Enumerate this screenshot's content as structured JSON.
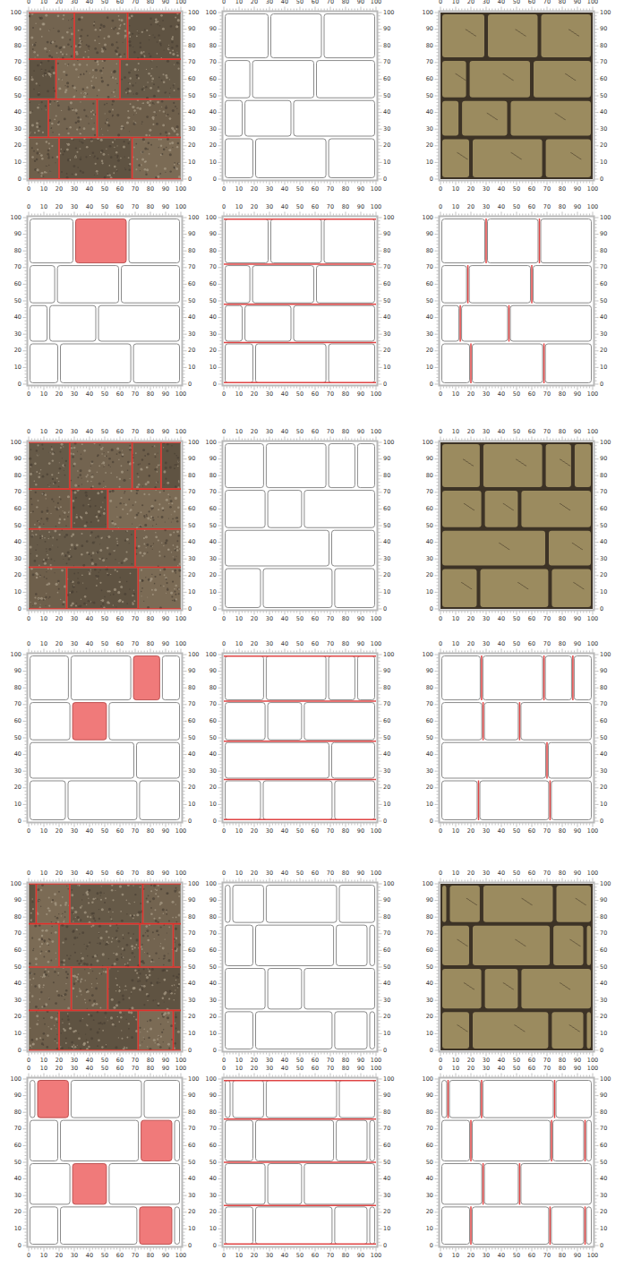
{
  "diagram": {
    "labels": [
      "0",
      "10",
      "20",
      "30",
      "40",
      "50",
      "60",
      "70",
      "80",
      "90",
      "100",
      "0",
      "10",
      "20",
      "30",
      "40",
      "50",
      "60",
      "70",
      "80",
      "90",
      "100",
      "100",
      "90",
      "80",
      "70",
      "60",
      "50",
      "40",
      "30",
      "20",
      "10",
      "0",
      "100",
      "90",
      "80",
      "70",
      "60",
      "50",
      "40",
      "30",
      "20",
      "10",
      "0",
      "0",
      "10",
      "20",
      "30",
      "40",
      "50",
      "60",
      "70",
      "80",
      "90",
      "100",
      "0",
      "10",
      "20",
      "30",
      "40",
      "50",
      "60",
      "70",
      "80",
      "90",
      "100",
      "100",
      "90",
      "80",
      "70",
      "60",
      "50",
      "40",
      "30",
      "20",
      "10",
      "0",
      "100",
      "90",
      "80",
      "70",
      "60",
      "50",
      "40",
      "30",
      "20",
      "10",
      "0",
      "0",
      "10",
      "20",
      "30",
      "40",
      "50",
      "60",
      "70",
      "80",
      "90",
      "100",
      "0",
      "10",
      "20",
      "30",
      "40",
      "50",
      "60",
      "70",
      "80",
      "90",
      "100",
      "100",
      "90",
      "80",
      "70",
      "60",
      "50",
      "40",
      "30",
      "20",
      "10",
      "0",
      "100",
      "90",
      "80",
      "70",
      "60",
      "50",
      "40",
      "30",
      "20",
      "10",
      "0",
      "0",
      "10",
      "20",
      "30",
      "40",
      "50",
      "60",
      "70",
      "80",
      "90",
      "100",
      "0",
      "10",
      "20",
      "30",
      "40",
      "50",
      "60",
      "70",
      "80",
      "90",
      "100",
      "100",
      "90",
      "80",
      "70",
      "60",
      "50",
      "40",
      "30",
      "20",
      "10",
      "0",
      "100",
      "90",
      "80",
      "70",
      "60",
      "50",
      "40",
      "30",
      "20",
      "10",
      "0",
      "0",
      "10",
      "20",
      "30",
      "40",
      "50",
      "60",
      "70",
      "80",
      "90",
      "100",
      "0",
      "10",
      "20",
      "30",
      "40",
      "50",
      "60",
      "70",
      "80",
      "90",
      "100",
      "100",
      "90",
      "80",
      "70",
      "60",
      "50",
      "40",
      "30",
      "20",
      "10",
      "0",
      "100",
      "90",
      "80",
      "70",
      "60",
      "50",
      "40",
      "30",
      "20",
      "10",
      "0",
      "0",
      "10",
      "20",
      "30",
      "40",
      "50",
      "60",
      "70",
      "80",
      "90",
      "100",
      "0",
      "10",
      "20",
      "30",
      "40",
      "50",
      "60",
      "70",
      "80",
      "90",
      "100",
      "100",
      "90",
      "80",
      "70",
      "60",
      "50",
      "40",
      "30",
      "20",
      "10",
      "0",
      "100",
      "90",
      "80",
      "70",
      "60",
      "50",
      "40",
      "30",
      "20",
      "10",
      "0",
      "0",
      "10",
      "20",
      "30",
      "40",
      "50",
      "60",
      "70",
      "80",
      "90",
      "100",
      "0",
      "10",
      "20",
      "30",
      "40",
      "50",
      "60",
      "70",
      "80",
      "90",
      "100",
      "100",
      "90",
      "80",
      "70",
      "60",
      "50",
      "40",
      "30",
      "20",
      "10",
      "0",
      "100",
      "90",
      "80",
      "70",
      "60",
      "50",
      "40",
      "30",
      "20",
      "10",
      "0",
      "0",
      "10",
      "20",
      "30",
      "40",
      "50",
      "60",
      "70",
      "80",
      "90",
      "100",
      "0",
      "10",
      "20",
      "30",
      "40",
      "50",
      "60",
      "70",
      "80",
      "90",
      "100",
      "100",
      "90",
      "80",
      "70",
      "60",
      "50",
      "40",
      "30",
      "20",
      "10",
      "0",
      "100",
      "90",
      "80",
      "70",
      "60",
      "50",
      "40",
      "30",
      "20",
      "10",
      "0",
      "0",
      "10",
      "20",
      "30",
      "40",
      "50",
      "60",
      "70",
      "80",
      "90",
      "100",
      "0",
      "10",
      "20",
      "30",
      "40",
      "50",
      "60",
      "70",
      "80",
      "90",
      "100",
      "100",
      "90",
      "80",
      "70",
      "60",
      "50",
      "40",
      "30",
      "20",
      "10",
      "0",
      "100",
      "90",
      "80",
      "70",
      "60",
      "50",
      "40",
      "30",
      "20",
      "10",
      "0",
      "0",
      "10",
      "20",
      "30",
      "40",
      "50",
      "60",
      "70",
      "80",
      "90",
      "100",
      "0",
      "10",
      "20",
      "30",
      "40",
      "50",
      "60",
      "70",
      "80",
      "90",
      "100",
      "100",
      "90",
      "80",
      "70",
      "60",
      "50",
      "40",
      "30",
      "20",
      "10",
      "0",
      "100",
      "90",
      "80",
      "70",
      "60",
      "50",
      "40",
      "30",
      "20",
      "10",
      "0",
      "0",
      "10",
      "20",
      "30",
      "40",
      "50",
      "60",
      "70",
      "80",
      "90",
      "100",
      "0",
      "10",
      "20",
      "30",
      "40",
      "50",
      "60",
      "70",
      "80",
      "90",
      "100",
      "100",
      "90",
      "80",
      "70",
      "60",
      "50",
      "40",
      "30",
      "20",
      "10",
      "0",
      "100",
      "90",
      "80",
      "70",
      "60",
      "50",
      "40",
      "30",
      "20",
      "10",
      "0",
      "0",
      "10",
      "20",
      "30",
      "40",
      "50",
      "60",
      "70",
      "80",
      "90",
      "100",
      "0",
      "10",
      "20",
      "30",
      "40",
      "50",
      "60",
      "70",
      "80",
      "90",
      "100",
      "100",
      "90",
      "80",
      "70",
      "60",
      "50",
      "40",
      "30",
      "20",
      "10",
      "0",
      "100",
      "90",
      "80",
      "70",
      "60",
      "50",
      "40",
      "30",
      "20",
      "10",
      "0",
      "0",
      "10",
      "20",
      "30",
      "40",
      "50",
      "60",
      "70",
      "80",
      "90",
      "100",
      "0",
      "10",
      "20",
      "30",
      "40",
      "50",
      "60",
      "70",
      "80",
      "90",
      "100",
      "100",
      "90",
      "80",
      "70",
      "60",
      "50",
      "40",
      "30",
      "20",
      "10",
      "0",
      "100",
      "90",
      "80",
      "70",
      "60",
      "50",
      "40",
      "30",
      "20",
      "10",
      "0",
      "0",
      "10",
      "20",
      "30",
      "40",
      "50",
      "60",
      "70",
      "80",
      "90",
      "100",
      "0",
      "10",
      "20",
      "30",
      "40",
      "50",
      "60",
      "70",
      "80",
      "90",
      "100",
      "100",
      "90",
      "80",
      "70",
      "60",
      "50",
      "40",
      "30",
      "20",
      "10",
      "0",
      "100",
      "90",
      "80",
      "70",
      "60",
      "50",
      "40",
      "30",
      "20",
      "10",
      "0",
      "0",
      "10",
      "20",
      "30",
      "40",
      "50",
      "60",
      "70",
      "80",
      "90",
      "100",
      "0",
      "10",
      "20",
      "30",
      "40",
      "50",
      "60",
      "70",
      "80",
      "90",
      "100",
      "100",
      "90",
      "80",
      "70",
      "60",
      "50",
      "40",
      "30",
      "20",
      "10",
      "0",
      "100",
      "90",
      "80",
      "70",
      "60",
      "50",
      "40",
      "30",
      "20",
      "10",
      "0",
      "0",
      "10",
      "20",
      "30",
      "40",
      "50",
      "60",
      "70",
      "80",
      "90",
      "100",
      "0",
      "10",
      "20",
      "30",
      "40",
      "50",
      "60",
      "70",
      "80",
      "90",
      "100",
      "100",
      "90",
      "80",
      "70",
      "60",
      "50",
      "40",
      "30",
      "20",
      "10",
      "0",
      "100",
      "90",
      "80",
      "70",
      "60",
      "50",
      "40",
      "30",
      "20",
      "10",
      "0",
      "0",
      "10",
      "20",
      "30",
      "40",
      "50",
      "60",
      "70",
      "80",
      "90",
      "100",
      "0",
      "10",
      "20",
      "30",
      "40",
      "50",
      "60",
      "70",
      "80",
      "90",
      "100",
      "100",
      "90",
      "80",
      "70",
      "60",
      "50",
      "40",
      "30",
      "20",
      "10",
      "0",
      "100",
      "90",
      "80",
      "70",
      "60",
      "50",
      "40",
      "30",
      "20",
      "10",
      "0",
      "0",
      "10",
      "20",
      "30",
      "40",
      "50",
      "60",
      "70",
      "80",
      "90",
      "100",
      "0",
      "10",
      "20",
      "30",
      "40",
      "50",
      "60",
      "70",
      "80",
      "90",
      "100",
      "100",
      "90",
      "80",
      "70",
      "60",
      "50",
      "40",
      "30",
      "20",
      "10",
      "0",
      "100",
      "90",
      "80",
      "70",
      "60",
      "50",
      "40",
      "30",
      "20",
      "10",
      "0"
    ]
  }
}
